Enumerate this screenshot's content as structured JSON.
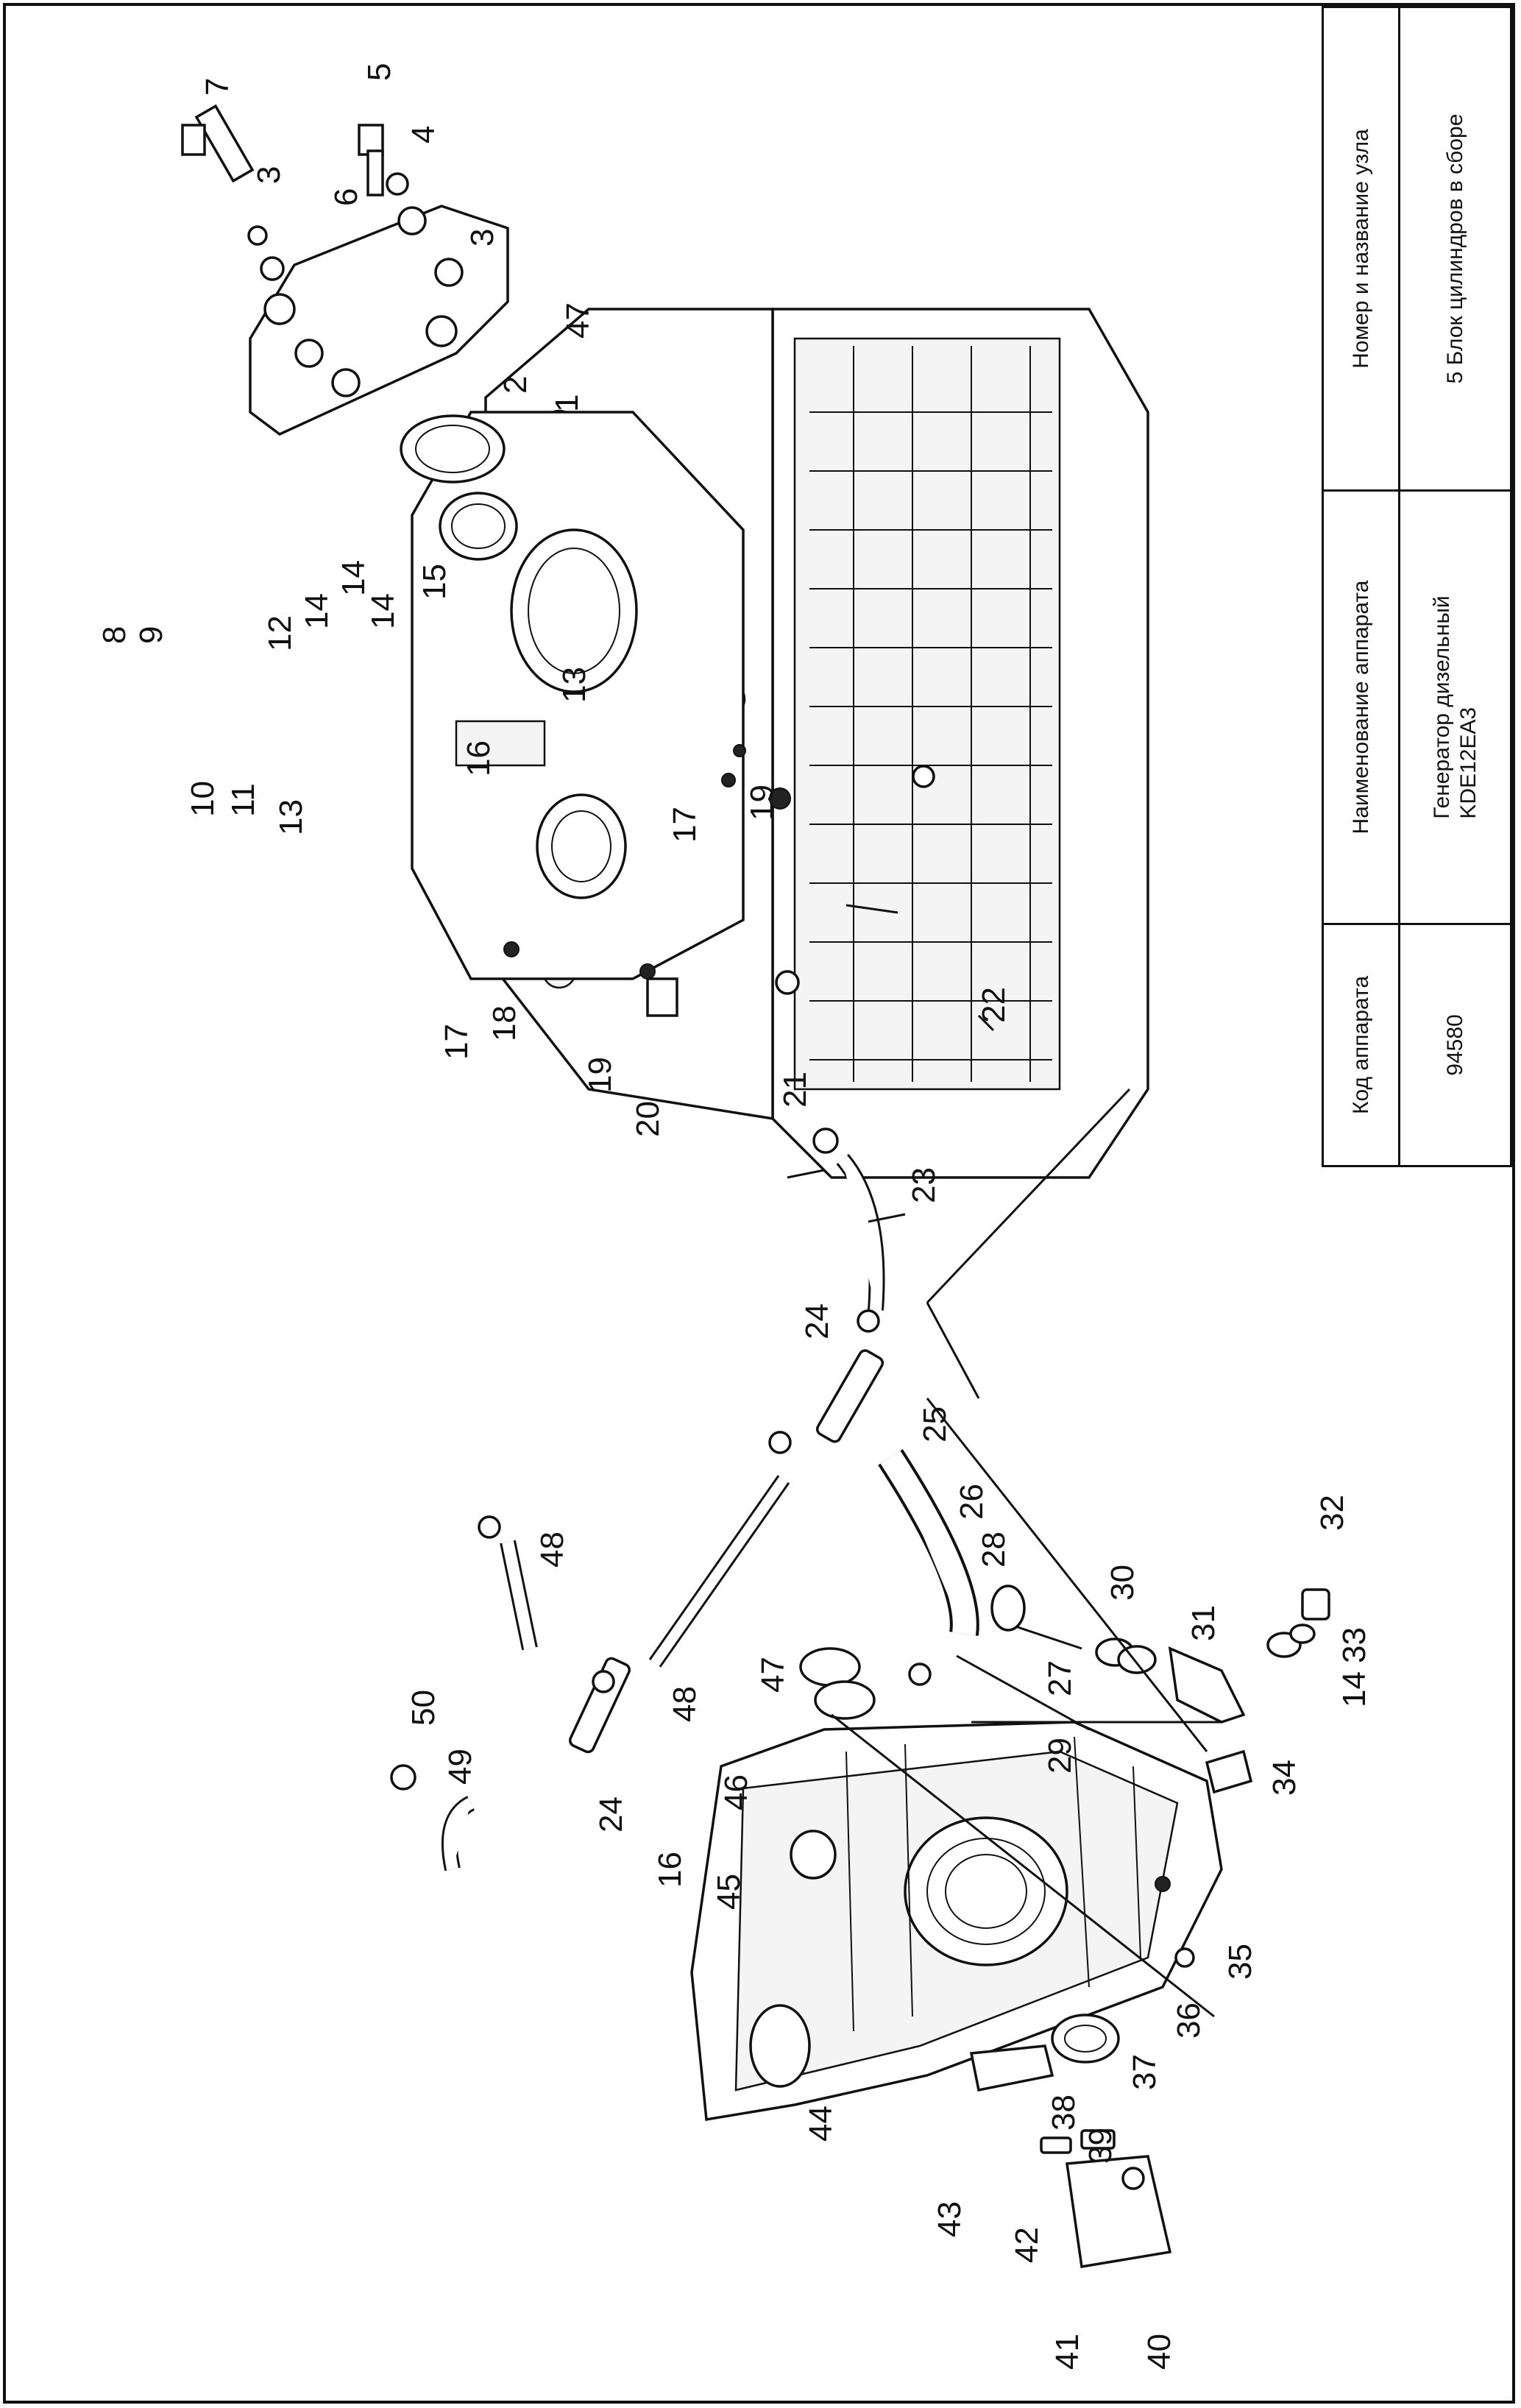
{
  "title_block": {
    "headers": {
      "code": "Код аппарата",
      "name": "Наименование аппарата",
      "unit": "Номер и название узла"
    },
    "values": {
      "code": "94580",
      "name_line1": "Генератор дизельный",
      "name_line2": "KDE12EA3",
      "unit": "5 Блок цилиндров в сборе"
    }
  },
  "callouts": {
    "n1": "1",
    "n2": "2",
    "n3a": "3",
    "n3b": "3",
    "n4": "4",
    "n5": "5",
    "n6": "6",
    "n7": "7",
    "n8": "8",
    "n9": "9",
    "n10": "10",
    "n11": "11",
    "n12": "12",
    "n13a": "13",
    "n13b": "13",
    "n14a": "14",
    "n14b": "14",
    "n14c": "14",
    "n14d": "14",
    "n15": "15",
    "n16a": "16",
    "n16b": "16",
    "n17a": "17",
    "n17b": "17",
    "n18": "18",
    "n19a": "19",
    "n19b": "19",
    "n20": "20",
    "n21": "21",
    "n22": "22",
    "n23": "23",
    "n24a": "24",
    "n24b": "24",
    "n25": "25",
    "n26": "26",
    "n27": "27",
    "n28": "28",
    "n29": "29",
    "n30": "30",
    "n31": "31",
    "n32": "32",
    "n33": "33",
    "n34": "34",
    "n35": "35",
    "n36": "36",
    "n37": "37",
    "n38": "38",
    "n39": "39",
    "n40": "40",
    "n41": "41",
    "n42": "42",
    "n43": "43",
    "n44": "44",
    "n45": "45",
    "n46": "46",
    "n47a": "47",
    "n47b": "47",
    "n48a": "48",
    "n48b": "48",
    "n49": "49",
    "n50": "50"
  }
}
